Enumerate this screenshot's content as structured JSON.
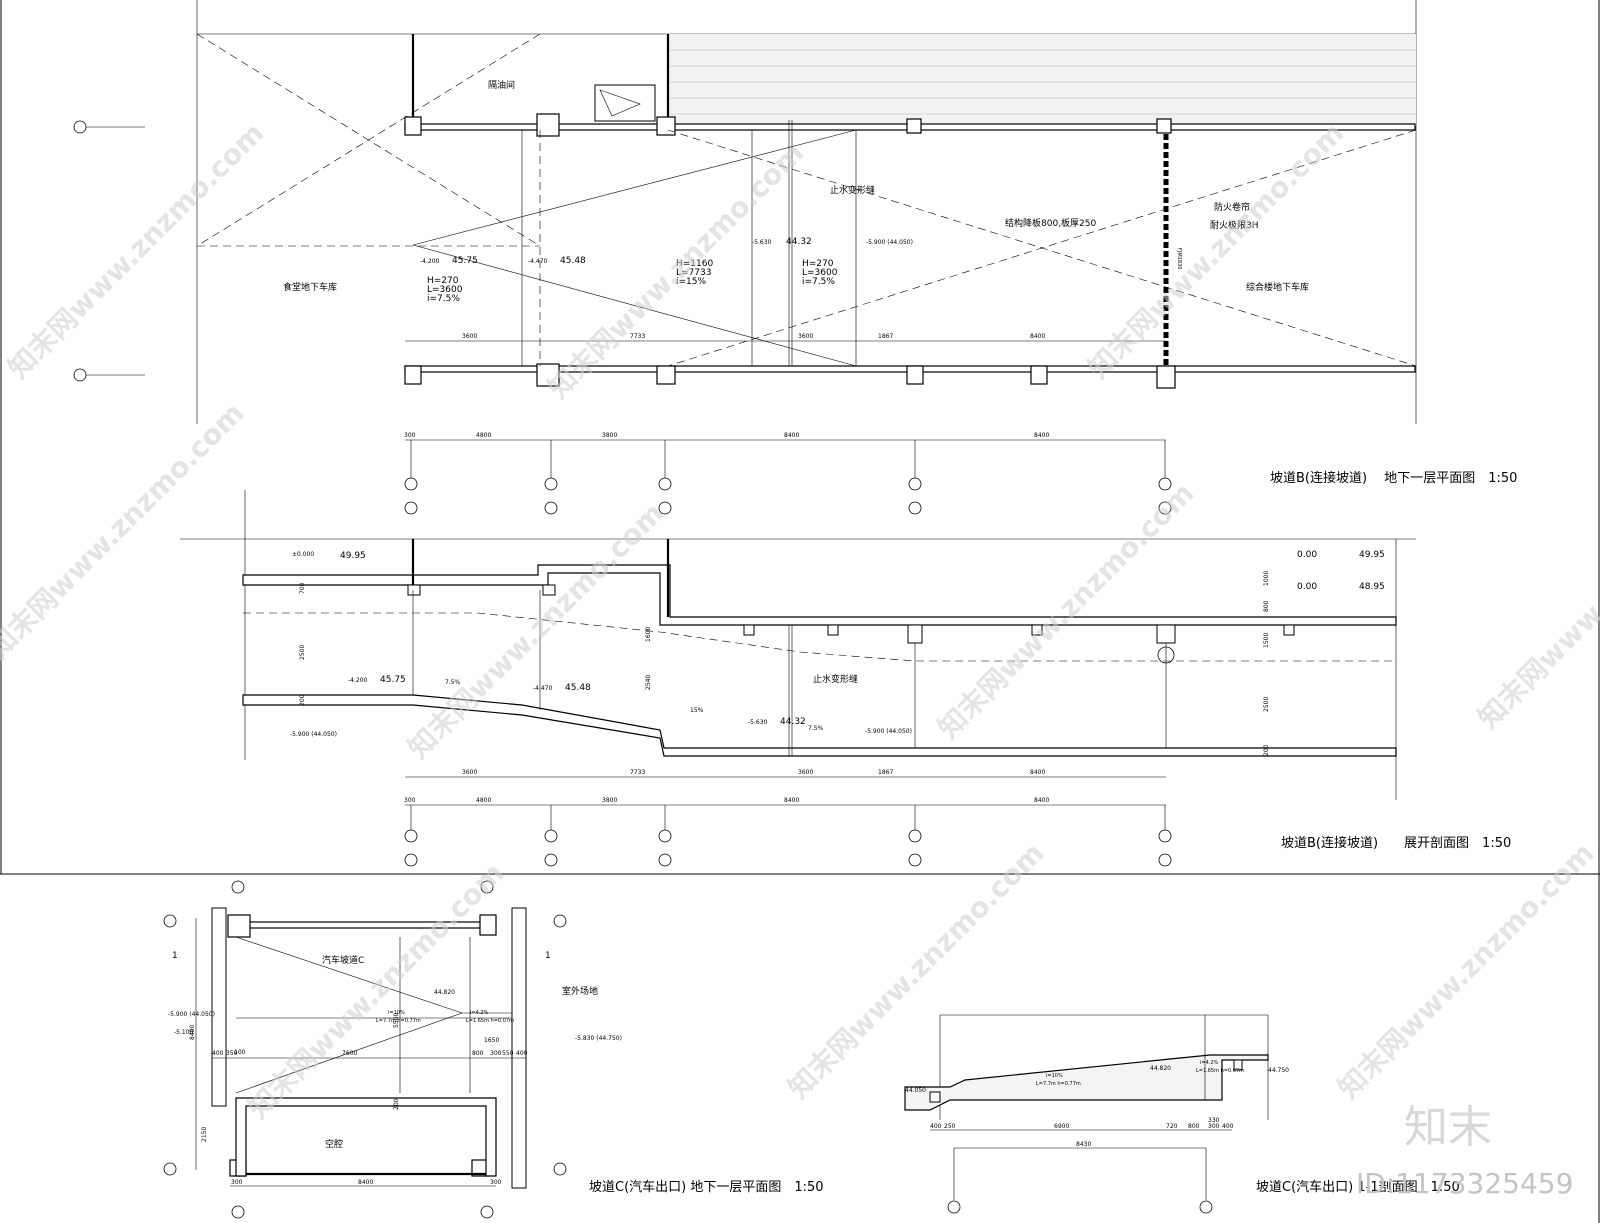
{
  "titles": {
    "b_plan": "坡道B(连接坡道)　 地下一层平面图　1:50",
    "b_section": "坡道B(连接坡道)　　展开剖面图　1:50",
    "c_plan": "坡道C(汽车出口) 地下一层平面图　1:50",
    "c_section": "坡道C(汽车出口) 1-1剖面图　1:50"
  },
  "b_plan_labels": {
    "oil_room": "隔油间",
    "left_garage": "食堂地下车库",
    "right_garage": "综合楼地下车库",
    "slab": "结构降板800,板厚250",
    "waterstop": "止水变形缝",
    "fire_shutter": "防火卷帘",
    "fire_rating": "耐火极限3H",
    "fm": "FJM1830",
    "lev1": "-4.200",
    "lev1b": "45.75",
    "lev2": "-4.470",
    "lev2b": "45.48",
    "lev3": "-5.630",
    "lev3b": "44.32",
    "lev4": "-5.900 (44.050)",
    "ramp1": [
      "H=270",
      "L=3600",
      "i=7.5%"
    ],
    "ramp2": [
      "H=1160",
      "L=7733",
      "i=15%"
    ],
    "ramp3": [
      "H=270",
      "L=3600",
      "i=7.5%"
    ]
  },
  "b_dims_upper": [
    "3600",
    "7733",
    "3600",
    "1867",
    "8400"
  ],
  "b_dims_lower": [
    "300",
    "4800",
    "3800",
    "8400",
    "8400"
  ],
  "b_section_labels": {
    "zero": "±0.000",
    "zero_b": "49.95",
    "right1": "0.00",
    "right1b": "49.95",
    "right2": "0.00",
    "right2b": "48.95",
    "slope1": "7.5%",
    "slope2": "15%",
    "slope3": "7.5%",
    "waterstop": "止水变形缝",
    "v_dims": [
      "700",
      "2500",
      "200",
      "1600",
      "2540",
      "1000",
      "800",
      "1500",
      "2500",
      "200"
    ]
  },
  "c_plan_labels": {
    "ramp": "汽车坡道C",
    "outdoor": "室外场地",
    "void": "空腔",
    "lev_a": "-5.900 (44.050)",
    "lev_b": "-5.100",
    "lev_c": "-5.830 (44.750)",
    "lev_d": "44.820",
    "slope_a": [
      "i=10%",
      "L=7.7m  h=0.77m"
    ],
    "slope_b": [
      "i=4.2%",
      "L=1.65m  h=0.07m"
    ],
    "dims_h": [
      "400",
      "350",
      "7600",
      "800",
      "300",
      "550",
      "400",
      "1650",
      "300",
      "8400",
      "300"
    ],
    "dims_v": [
      "8400",
      "2150",
      "5500",
      "200",
      "100"
    ],
    "section_mark": "1"
  },
  "c_section_labels": {
    "lev_l": "44.050",
    "lev_m": "44.820",
    "lev_r": "44.750",
    "slope_a": [
      "i=10%",
      "L=7.7m  h=0.77m"
    ],
    "slope_b": [
      "i=4.2%",
      "L=1.65m  h=0.07m"
    ],
    "dims": [
      "400",
      "250",
      "6900",
      "720",
      "800",
      "300",
      "400",
      "8430",
      "330"
    ]
  },
  "watermarks": {
    "text": "知末网www.znzmo.com",
    "brand": "知末",
    "id": "ID:1173325459"
  }
}
